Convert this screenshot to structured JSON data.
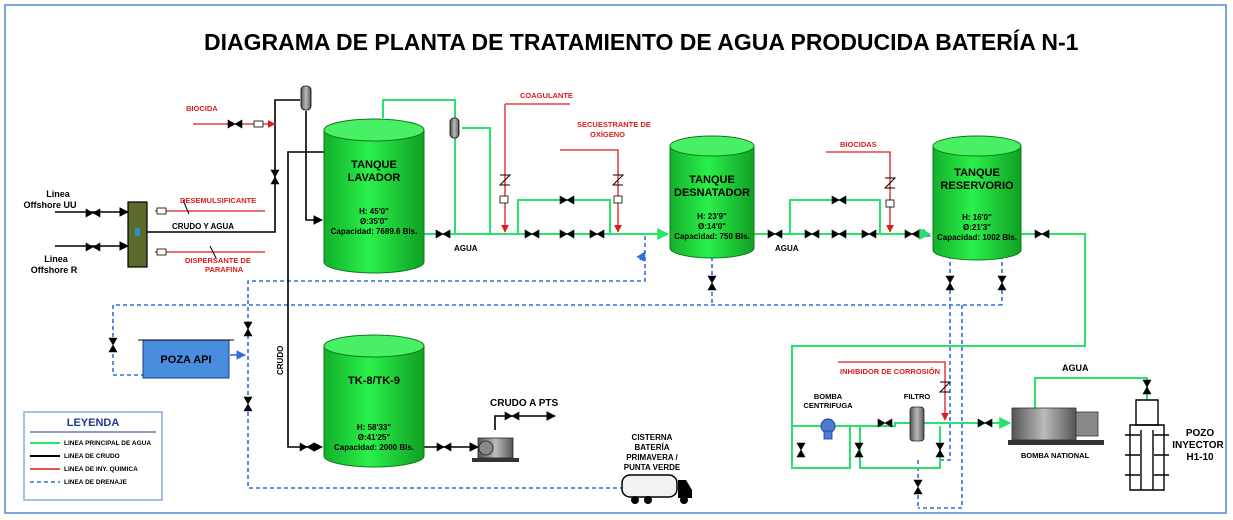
{
  "title": "DIAGRAMA DE PLANTA DE TRATAMIENTO DE AGUA PRODUCIDA BATERÍA N-1",
  "colors": {
    "water": "#27e36a",
    "crude": "#000000",
    "chemical": "#e01b1b",
    "drain": "#2f6fe0",
    "tank_fill": "#1fdc3a",
    "poza_fill": "#4a8de0",
    "separator_fill": "#5a6b2c"
  },
  "inlets": {
    "offshore_uu": [
      "Linea",
      "Offshore UU"
    ],
    "offshore_r": [
      "Linea",
      "Offshore R"
    ]
  },
  "chemicals": {
    "biocida": "BIOCIDA",
    "desemulsificante": "DESEMULSIFICANTE",
    "dispersante": [
      "DISPERSANTE DE",
      "PARAFINA"
    ],
    "coagulante": "COAGULANTE",
    "secuestrante": [
      "SECUESTRANTE DE",
      "OXÍGENO"
    ],
    "biocidas": "BIOCIDAS",
    "inhibidor": "INHIBIDOR DE CORROSIÓN"
  },
  "flow_labels": {
    "crudo_y_agua": "CRUDO Y AGUA",
    "agua_1": "AGUA",
    "agua_2": "AGUA",
    "agua_3": "AGUA",
    "crudo": "CRUDO",
    "crudo_a_pts": "CRUDO A PTS"
  },
  "tanks": {
    "lavador": {
      "name": [
        "TANQUE",
        "LAVADOR"
      ],
      "h": "H: 45'0\"",
      "d": "Ø:35'0\"",
      "cap": "Capacidad: 7689.6 Bls."
    },
    "desnatador": {
      "name": [
        "TANQUE",
        "DESNATADOR"
      ],
      "h": "H: 23'9\"",
      "d": "Ø:14'0\"",
      "cap": "Capacidad: 750 Bls."
    },
    "reservorio": {
      "name": [
        "TANQUE",
        "RESERVORIO"
      ],
      "h": "H: 16'0\"",
      "d": "Ø:21'3\"",
      "cap": "Capacidad: 1002 Bls."
    },
    "tk8": {
      "name": [
        "TK-8/TK-9"
      ],
      "h": "H: 58'33\"",
      "d": "Ø:41'25\"",
      "cap": "Capacidad: 2000 Bls."
    }
  },
  "poza_api": "POZA API",
  "equipment": {
    "bomba_centrifuga": [
      "BOMBA",
      "CENTRIFUGA"
    ],
    "filtro": "FILTRO",
    "bomba_national": "BOMBA NATIONAL",
    "cisterna": [
      "CISTERNA",
      "BATERÍA",
      "PRIMAVERA /",
      "PUNTA VERDE"
    ],
    "pozo": [
      "POZO",
      "INYECTOR",
      "H1-10"
    ]
  },
  "legend": {
    "title": "LEYENDA",
    "items": [
      {
        "label": "LINEA PRINCIPAL DE AGUA",
        "color": "#27e36a",
        "style": "solid"
      },
      {
        "label": "LINEA DE CRUDO",
        "color": "#000000",
        "style": "solid"
      },
      {
        "label": "LINEA DE INY. QUIMICA",
        "color": "#e01b1b",
        "style": "solid"
      },
      {
        "label": "LINEA DE DRENAJE",
        "color": "#2f6fe0",
        "style": "dashed"
      }
    ]
  }
}
